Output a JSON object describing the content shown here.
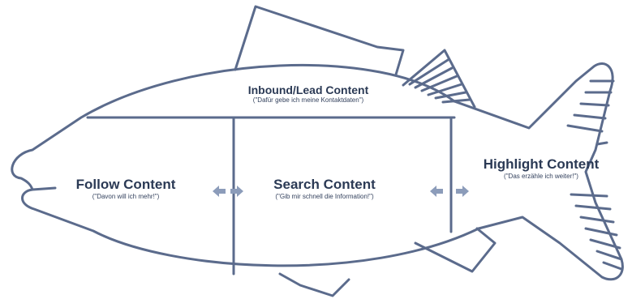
{
  "colors": {
    "outline": "#5b6b8c",
    "arrow": "#8c9cba",
    "text": "#2b3a55"
  },
  "sections": {
    "inbound": {
      "title": "Inbound/Lead Content",
      "subtitle": "(\"Dafür gebe ich meine Kontaktdaten\")"
    },
    "follow": {
      "title": "Follow Content",
      "subtitle": "(\"Davon will ich mehr!\")"
    },
    "search": {
      "title": "Search Content",
      "subtitle": "(\"Gib mir schnell die Information!\")"
    },
    "highlight": {
      "title": "Highlight Content",
      "subtitle": "(\"Das erzähle ich weiter!\")"
    }
  },
  "arrows": [
    {
      "between": [
        "follow",
        "search"
      ],
      "icon": "double-arrow-icon"
    },
    {
      "between": [
        "search",
        "highlight"
      ],
      "icon": "double-arrow-icon"
    }
  ]
}
